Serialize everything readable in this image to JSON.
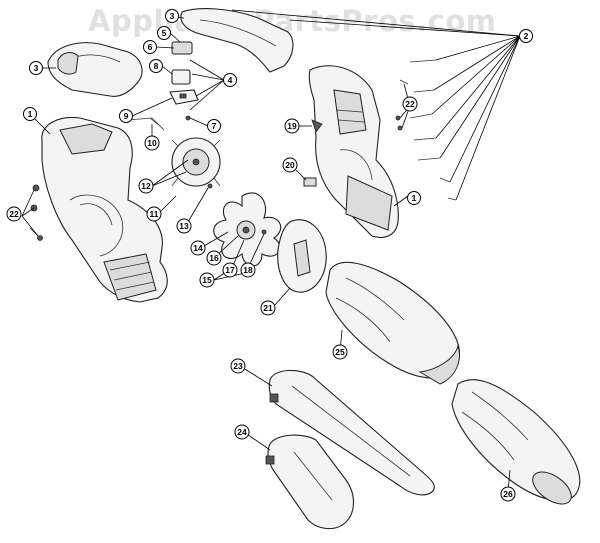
{
  "watermark": "AppliancePartsPros.com",
  "callouts": [
    "1",
    "2",
    "3",
    "4",
    "5",
    "6",
    "7",
    "8",
    "9",
    "10",
    "11",
    "12",
    "13",
    "14",
    "15",
    "16",
    "17",
    "18",
    "19",
    "20",
    "21",
    "22",
    "23",
    "24",
    "25",
    "26"
  ]
}
